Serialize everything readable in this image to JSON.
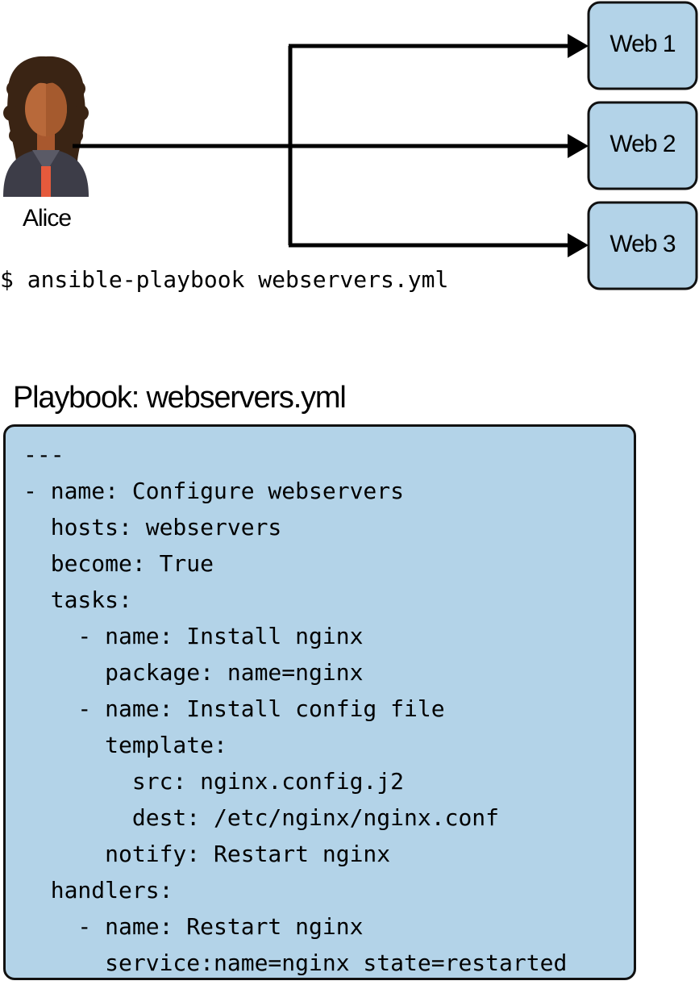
{
  "user": {
    "name": "Alice"
  },
  "command": "$ ansible-playbook webservers.yml",
  "servers": [
    {
      "label": "Web 1"
    },
    {
      "label": "Web 2"
    },
    {
      "label": "Web 3"
    }
  ],
  "playbook": {
    "title": "Playbook: webservers.yml",
    "lines": [
      "---",
      "- name: Configure webservers",
      "  hosts: webservers",
      "  become: True",
      "  tasks:",
      "    - name: Install nginx",
      "      package: name=nginx",
      "    - name: Install config file",
      "      template:",
      "        src: nginx.config.j2",
      "        dest: /etc/nginx/nginx.conf",
      "      notify: Restart nginx",
      "  handlers:",
      "    - name: Restart nginx",
      "      service:name=nginx state=restarted"
    ]
  },
  "colors": {
    "server_fill": "#b3d3e8",
    "code_fill": "#b3d3e8",
    "hair": "#3a2414",
    "skin": "#b8693a",
    "jacket": "#3d3d48",
    "tie": "#e55a3c"
  }
}
